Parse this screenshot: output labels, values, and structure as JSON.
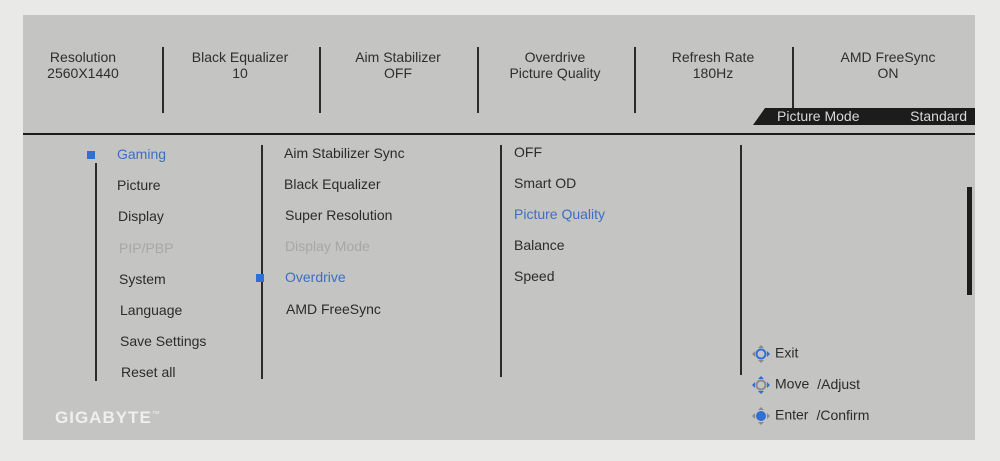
{
  "status": [
    {
      "label": "Resolution",
      "value": "2560X1440"
    },
    {
      "label": "Black Equalizer",
      "value": "10"
    },
    {
      "label": "Aim Stabilizer",
      "value": "OFF"
    },
    {
      "label": "Overdrive",
      "value": "Picture Quality"
    },
    {
      "label": "Refresh Rate",
      "value": "180Hz"
    },
    {
      "label": "AMD FreeSync",
      "value": "ON"
    }
  ],
  "picture_mode": {
    "label": "Picture Mode",
    "value": "Standard"
  },
  "main_menu": [
    "Gaming",
    "Picture",
    "Display",
    "PIP/PBP",
    "System",
    "Language",
    "Save Settings",
    "Reset all"
  ],
  "sub_menu": [
    "Aim Stabilizer Sync",
    "Black Equalizer",
    "Super Resolution",
    "Display Mode",
    "Overdrive",
    "AMD FreeSync"
  ],
  "options": [
    "OFF",
    "Smart OD",
    "Picture Quality",
    "Balance",
    "Speed"
  ],
  "hints": {
    "exit": "Exit",
    "move": "Move",
    "adjust": "/Adjust",
    "enter": "Enter",
    "confirm": "/Confirm"
  },
  "brand": "GIGABYTE",
  "brand_mark": "™",
  "colors": {
    "accent": "#3c6fc2",
    "marker": "#2f6fd6",
    "disabled": "#a7a7a7",
    "panel": "#c4c4c2"
  },
  "icons": [
    "joystick-icon"
  ]
}
